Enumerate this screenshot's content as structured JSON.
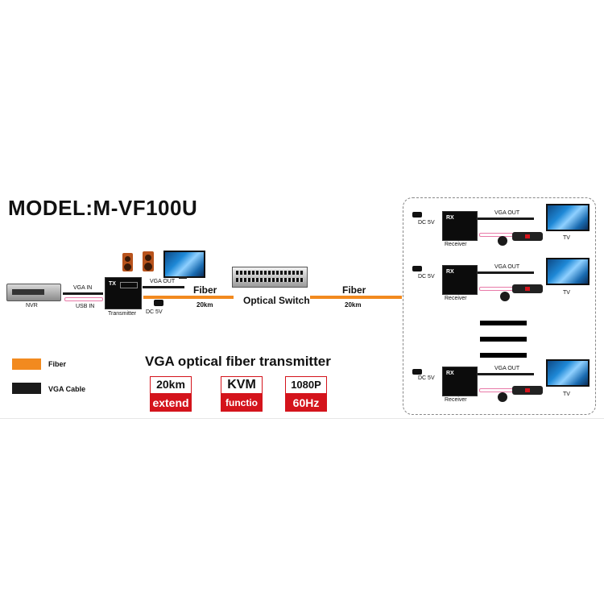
{
  "title": "MODEL:M-VF100U",
  "nvr": {
    "label": "NVR"
  },
  "transmitter": {
    "label": "Transmitter",
    "screen_text": "TX",
    "vga_in": "VGA IN",
    "usb_in": "USB IN",
    "vga_out": "VGA OUT",
    "dc": "DC 5V"
  },
  "link_left": {
    "label": "Fiber",
    "distance": "20km"
  },
  "optical_switch": {
    "label": "Optical Switch"
  },
  "link_right": {
    "label": "Fiber",
    "distance": "20km"
  },
  "receivers": [
    {
      "label": "Receiver",
      "screen_text": "RX",
      "dc": "DC 5V",
      "vga_out": "VGA OUT",
      "tv": "TV"
    },
    {
      "label": "Receiver",
      "screen_text": "RX",
      "dc": "DC 5V",
      "vga_out": "VGA OUT",
      "tv": "TV"
    },
    {
      "label": "Receiver",
      "screen_text": "RX",
      "dc": "DC 5V",
      "vga_out": "VGA OUT",
      "tv": "TV"
    }
  ],
  "legend": [
    {
      "label": "Fiber",
      "color": "#f28a1f"
    },
    {
      "label": "VGA Cable",
      "color": "#1a1a1a"
    }
  ],
  "subtitle": "VGA optical fiber transmitter",
  "features": [
    {
      "top": "20km",
      "bottom": "extend"
    },
    {
      "top": "KVM",
      "bottom": "functio"
    },
    {
      "top": "1080P",
      "bottom": "60Hz"
    }
  ]
}
